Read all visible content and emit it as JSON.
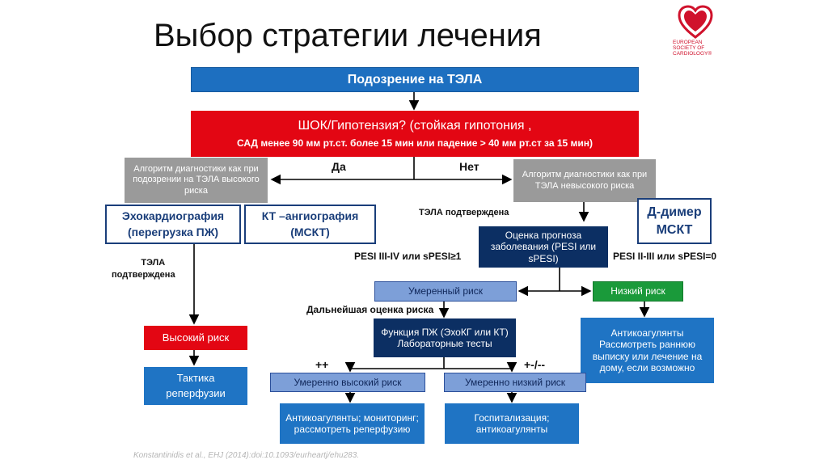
{
  "title": "Выбор стратегии лечения",
  "logo": {
    "text_lines": [
      "EUROPEAN",
      "SOCIETY OF",
      "CARDIOLOGY®"
    ],
    "color": "#d0122c",
    "icon": "heart-logo-icon"
  },
  "suspicion": "Подозрение на ТЭЛА",
  "shock": {
    "line1": "ШОК/Гипотензия? (стойкая гипотония ,",
    "line2": "САД менее 90 мм рт.ст. более 15 мин или падение > 40 мм рт.ст за 15 мин)"
  },
  "branch": {
    "yes": "Да",
    "no": "Нет"
  },
  "left": {
    "algorithm": "Алгоритм диагностики как при подозрении на ТЭЛА высокого риска",
    "echo_line1": "Эхокардиография",
    "echo_line2": "(перегрузка ПЖ)",
    "ct_line1": "КТ –ангиография",
    "ct_line2": "(МСКТ)",
    "confirmed_line1": "ТЭЛА",
    "confirmed_line2": "подтверждена",
    "high_risk": "Высокий риск",
    "reperfusion_line1": "Тактика",
    "reperfusion_line2": "реперфузии"
  },
  "right": {
    "algorithm": "Алгоритм диагностики как при ТЭЛА невысокого риска",
    "ddimer_line1": "Д-димер",
    "ddimer_line2": "МСКТ",
    "confirmed": "ТЭЛА  подтверждена",
    "prognosis": "Оценка прогноза заболевания (PESI или sPESI)",
    "pesi_high": "PESI III-IV или sPESI≥1",
    "pesi_low": "PESI II-III или sPESI=0",
    "moderate_risk": "Умеренный риск",
    "low_risk": "Низкий риск",
    "low_risk_action": "Антикоагулянты Рассмотреть раннюю выписку или лечение на дому, если возможно",
    "further": "Дальнейшая оценка риска",
    "rv_function": "Функция ПЖ (ЭхоКГ или КТ) Лабораторные тесты",
    "plusplus": "++",
    "plusminus": "+-/--",
    "mod_high": "Умеренно высокий риск",
    "mod_low": "Умеренно низкий риск",
    "mod_high_action": "Антикоагулянты; мониторинг; рассмотреть реперфузию",
    "mod_low_action": "Госпитализация; антикоагулянты"
  },
  "citation": "Konstantinidis et al., EHJ (2014):doi:10.1093/eurheartj/ehu283."
}
